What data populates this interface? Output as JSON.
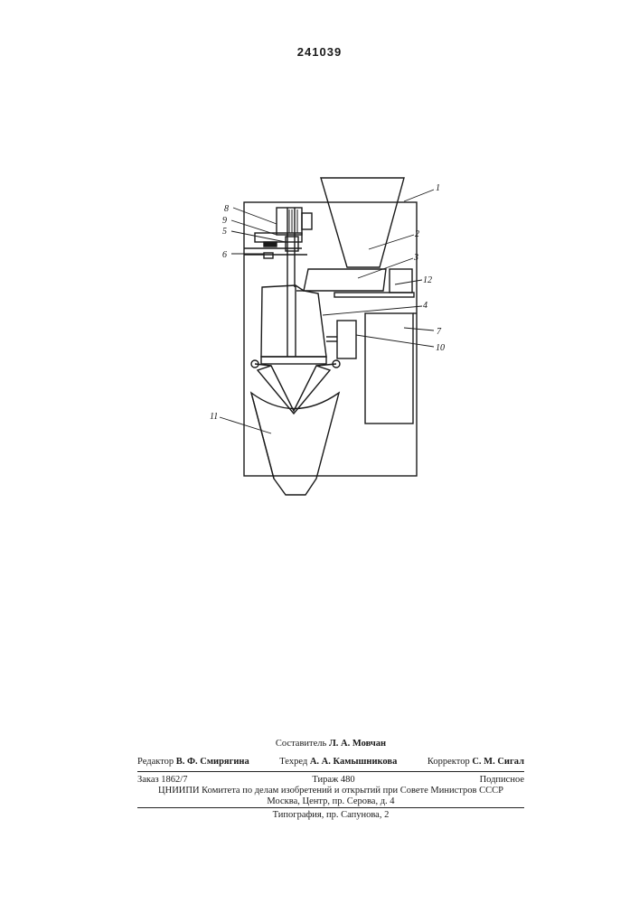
{
  "page_number": "241039",
  "callouts": [
    "1",
    "2",
    "3",
    "4",
    "5",
    "6",
    "7",
    "8",
    "9",
    "10",
    "11",
    "12"
  ],
  "footer": {
    "compiler_label": "Составитель",
    "compiler_name": "Л. А. Мовчан",
    "editor_label": "Редактор",
    "editor_name": "В. Ф. Смирягина",
    "tech_label": "Техред",
    "tech_name": "А. А. Камышникова",
    "corrector_label": "Корректор",
    "corrector_name": "С. М. Сигал",
    "order": "Заказ 1862/7",
    "circulation": "Тираж 480",
    "subscription": "Подписное",
    "institute_line": "ЦНИИПИ Комитета по делам изобретений и открытий при Совете Министров СССР",
    "address_line": "Москва, Центр, пр. Серова, д. 4",
    "printing_line": "Типография, пр. Сапунова, 2"
  }
}
